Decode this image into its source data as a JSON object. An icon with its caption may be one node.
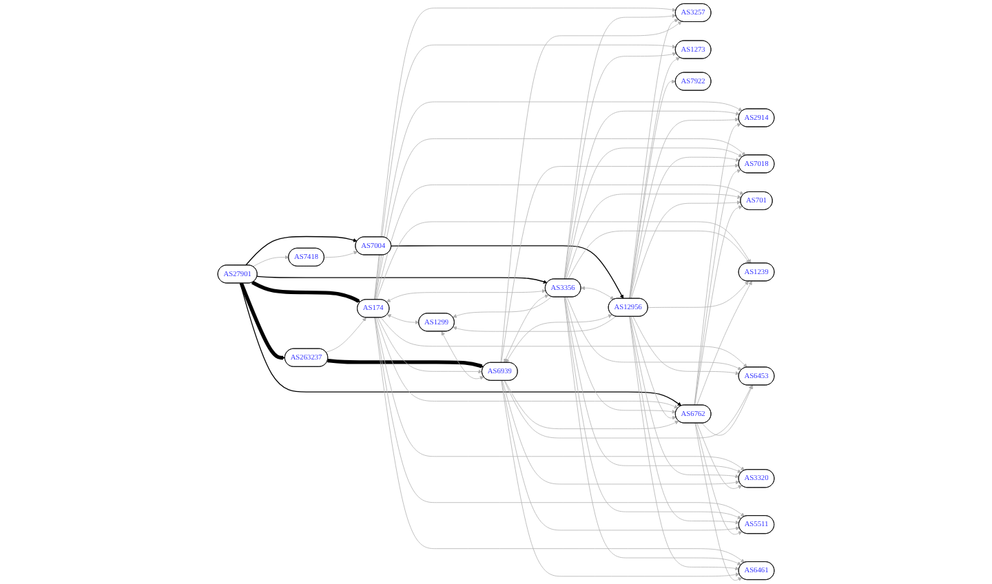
{
  "diagram": {
    "nodes": [
      {
        "text": [
          "AS27901"
        ]
      },
      {
        "text": [
          "AS263237"
        ]
      },
      {
        "text": [
          "AS7418"
        ]
      },
      {
        "text": [
          "AS174"
        ]
      },
      {
        "text": [
          "AS7004"
        ]
      },
      {
        "text": [
          "AS1299"
        ]
      },
      {
        "text": [
          "AS6939"
        ]
      },
      {
        "text": [
          "AS3356"
        ]
      },
      {
        "text": [
          "AS12956"
        ]
      },
      {
        "text": [
          "AS3257"
        ]
      },
      {
        "text": [
          "AS1273"
        ]
      },
      {
        "text": [
          "AS7922"
        ]
      },
      {
        "text": [
          "AS6762"
        ]
      },
      {
        "text": [
          "AS2914"
        ]
      },
      {
        "text": [
          "AS7018"
        ]
      },
      {
        "text": [
          "AS701"
        ]
      },
      {
        "text": [
          "AS1239"
        ]
      },
      {
        "text": [
          "AS6453"
        ]
      },
      {
        "text": [
          "AS3320"
        ]
      },
      {
        "text": [
          "AS5511"
        ]
      },
      {
        "text": [
          "AS6461"
        ]
      }
    ],
    "edges": [
      {
        "from": 0,
        "to": 3,
        "arrow": "to",
        "style": "thick",
        "color": "#000000"
      },
      {
        "from": 0,
        "to": 1,
        "arrow": "to",
        "style": "thick",
        "color": "#000000"
      },
      {
        "from": 0,
        "to": 7,
        "arrow": "to",
        "color": "#000000"
      },
      {
        "from": 0,
        "to": 2,
        "arrow": "to"
      },
      {
        "from": 0,
        "to": 4,
        "arrow": "to",
        "color": "#000000"
      },
      {
        "from": 0,
        "to": 12,
        "arrow": "to",
        "color": "#000000"
      },
      {
        "from": 1,
        "to": 3,
        "arrow": "to"
      },
      {
        "from": 1,
        "to": 6,
        "arrow": "to",
        "style": "thick",
        "color": "#000000"
      },
      {
        "from": 2,
        "to": 4,
        "arrow": "to"
      },
      {
        "from": 4,
        "to": 8,
        "arrow": "to",
        "color": "#000000"
      },
      {
        "from": 3,
        "to": 5,
        "arrow": "both"
      },
      {
        "from": 3,
        "to": 7,
        "arrow": "both"
      },
      {
        "from": 3,
        "to": 6,
        "arrow": "to"
      },
      {
        "from": 3,
        "to": 9,
        "arrow": "to"
      },
      {
        "from": 3,
        "to": 10,
        "arrow": "to"
      },
      {
        "from": 3,
        "to": 13,
        "arrow": "to"
      },
      {
        "from": 3,
        "to": 14,
        "arrow": "to"
      },
      {
        "from": 3,
        "to": 15,
        "arrow": "to"
      },
      {
        "from": 3,
        "to": 16,
        "arrow": "to"
      },
      {
        "from": 3,
        "to": 12,
        "arrow": "to"
      },
      {
        "from": 3,
        "to": 17,
        "arrow": "to"
      },
      {
        "from": 3,
        "to": 18,
        "arrow": "to"
      },
      {
        "from": 3,
        "to": 19,
        "arrow": "to"
      },
      {
        "from": 3,
        "to": 20,
        "arrow": "to"
      },
      {
        "from": 5,
        "to": 6,
        "arrow": "both"
      },
      {
        "from": 7,
        "to": 5,
        "arrow": "to"
      },
      {
        "from": 6,
        "to": 7,
        "arrow": "both"
      },
      {
        "from": 7,
        "to": 9,
        "arrow": "to"
      },
      {
        "from": 7,
        "to": 10,
        "arrow": "to"
      },
      {
        "from": 7,
        "to": 13,
        "arrow": "to"
      },
      {
        "from": 7,
        "to": 14,
        "arrow": "to"
      },
      {
        "from": 7,
        "to": 15,
        "arrow": "to"
      },
      {
        "from": 7,
        "to": 16,
        "arrow": "to"
      },
      {
        "from": 7,
        "to": 8,
        "arrow": "both"
      },
      {
        "from": 7,
        "to": 12,
        "arrow": "to"
      },
      {
        "from": 7,
        "to": 17,
        "arrow": "to"
      },
      {
        "from": 7,
        "to": 18,
        "arrow": "to"
      },
      {
        "from": 7,
        "to": 19,
        "arrow": "to"
      },
      {
        "from": 7,
        "to": 20,
        "arrow": "to"
      },
      {
        "from": 8,
        "to": 6,
        "arrow": "both"
      },
      {
        "from": 8,
        "to": 5,
        "arrow": "to"
      },
      {
        "from": 8,
        "to": 9,
        "arrow": "to"
      },
      {
        "from": 8,
        "to": 10,
        "arrow": "to"
      },
      {
        "from": 8,
        "to": 11,
        "arrow": "to"
      },
      {
        "from": 8,
        "to": 13,
        "arrow": "to"
      },
      {
        "from": 8,
        "to": 14,
        "arrow": "to"
      },
      {
        "from": 8,
        "to": 15,
        "arrow": "to"
      },
      {
        "from": 8,
        "to": 16,
        "arrow": "to"
      },
      {
        "from": 8,
        "to": 12,
        "arrow": "to"
      },
      {
        "from": 8,
        "to": 17,
        "arrow": "to"
      },
      {
        "from": 8,
        "to": 18,
        "arrow": "to"
      },
      {
        "from": 8,
        "to": 19,
        "arrow": "to"
      },
      {
        "from": 8,
        "to": 20,
        "arrow": "to"
      },
      {
        "from": 6,
        "to": 9,
        "arrow": "to"
      },
      {
        "from": 6,
        "to": 14,
        "arrow": "to"
      },
      {
        "from": 6,
        "to": 12,
        "arrow": "to"
      },
      {
        "from": 6,
        "to": 17,
        "arrow": "to"
      },
      {
        "from": 6,
        "to": 18,
        "arrow": "to"
      },
      {
        "from": 6,
        "to": 19,
        "arrow": "to"
      },
      {
        "from": 6,
        "to": 20,
        "arrow": "to"
      },
      {
        "from": 12,
        "to": 13,
        "arrow": "to"
      },
      {
        "from": 12,
        "to": 14,
        "arrow": "to"
      },
      {
        "from": 12,
        "to": 15,
        "arrow": "to"
      },
      {
        "from": 12,
        "to": 16,
        "arrow": "to"
      },
      {
        "from": 12,
        "to": 17,
        "arrow": "to"
      },
      {
        "from": 12,
        "to": 18,
        "arrow": "to"
      },
      {
        "from": 12,
        "to": 19,
        "arrow": "to"
      },
      {
        "from": 12,
        "to": 20,
        "arrow": "to"
      }
    ]
  }
}
